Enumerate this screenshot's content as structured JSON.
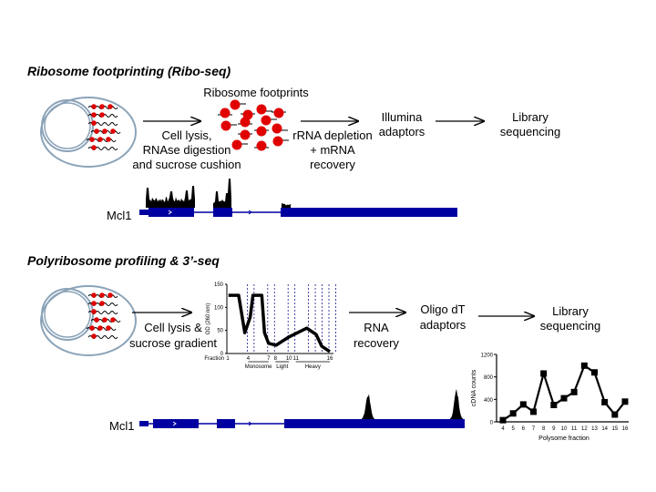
{
  "colors": {
    "gene": "#0000A0",
    "ribosome": "#E00000",
    "cell": "#8BA3B8",
    "coverage": "#000000"
  },
  "section1": {
    "title": "Ribosome footprinting (Ribo-seq)",
    "footprints_label": "Ribosome footprints",
    "step1": [
      "Cell lysis,",
      "RNAse digestion",
      "and sucrose cushion"
    ],
    "step2": [
      "rRNA depletion",
      "+ mRNA",
      "recovery"
    ],
    "step3": [
      "Illumina",
      "adaptors"
    ],
    "step4": [
      "Library",
      "sequencing"
    ],
    "gene_label": "Mcl1"
  },
  "section2": {
    "title": "Polyribosome profiling & 3’-seq",
    "step1": [
      "Cell lysis &",
      "sucrose gradient"
    ],
    "step2": [
      "RNA",
      "recovery"
    ],
    "step3": [
      "Oligo dT",
      "adaptors"
    ],
    "step4": [
      "Library",
      "sequencing"
    ],
    "gene_label": "Mcl1"
  },
  "chart_data": [
    {
      "type": "line",
      "ylabel": "OD (260 nm)",
      "xlabel": "Fraction",
      "yticks": [
        0,
        50,
        100,
        150
      ],
      "ylim": [
        0,
        150
      ],
      "xtick_labels": [
        "1",
        "4",
        "7",
        "8",
        "10",
        "11",
        "16"
      ],
      "xticks": [
        1,
        4,
        7,
        8,
        10,
        11,
        16
      ],
      "xlim": [
        1,
        16
      ],
      "groups": [
        "Monosome",
        "Light",
        "Heavy"
      ],
      "x": [
        1.1,
        2.6,
        3.5,
        4.3,
        4.7,
        6.0,
        6.4,
        7.0,
        8.1,
        10.0,
        12.6,
        14.0,
        14.8,
        16
      ],
      "y": [
        126,
        126,
        45,
        79,
        126,
        126,
        45,
        22,
        18,
        36,
        55,
        41,
        16,
        4
      ]
    },
    {
      "type": "line",
      "ylabel": "cDNA counts",
      "xlabel": "Polysome fraction",
      "categories": [
        4,
        5,
        6,
        7,
        8,
        9,
        10,
        11,
        12,
        13,
        14,
        15,
        16
      ],
      "values": [
        30,
        150,
        310,
        180,
        860,
        300,
        420,
        530,
        1000,
        880,
        350,
        130,
        360
      ],
      "ylim": [
        0,
        1200
      ],
      "yticks": [
        0,
        400,
        800,
        1200
      ],
      "marker": "square"
    }
  ]
}
